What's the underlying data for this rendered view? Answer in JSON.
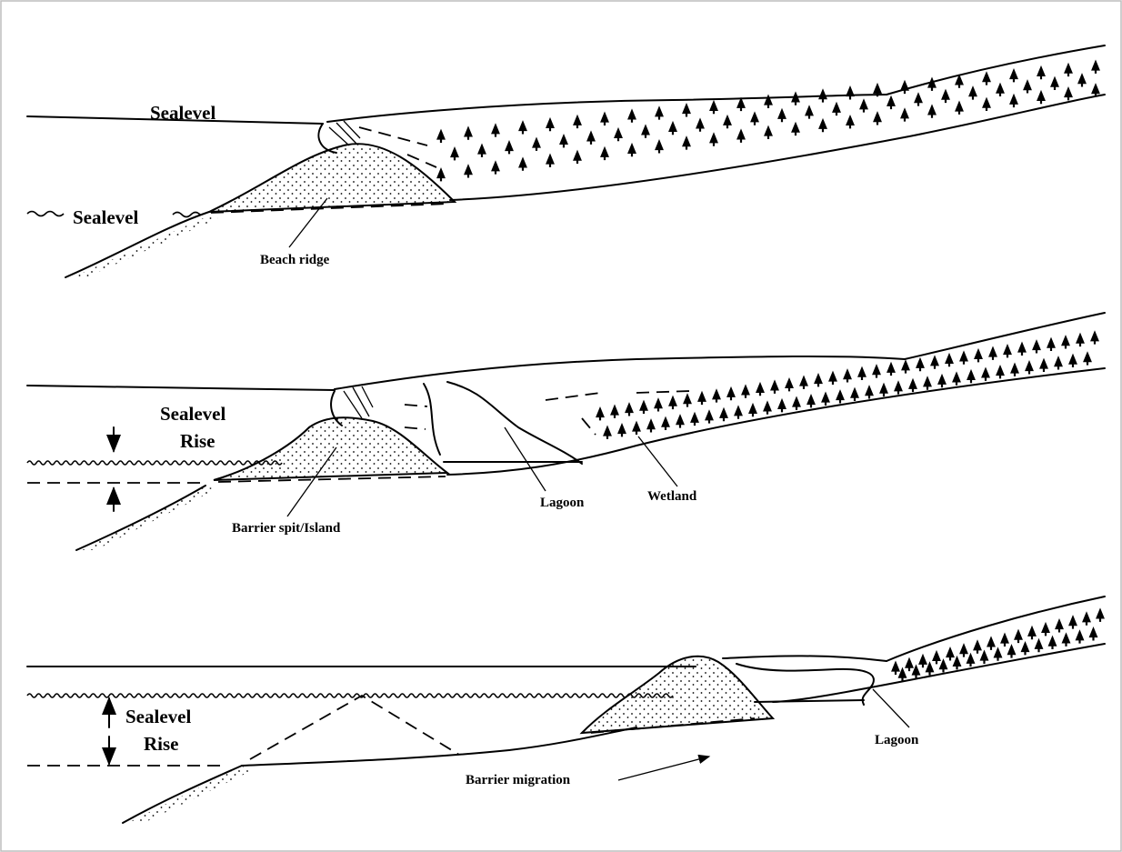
{
  "panels": [
    {
      "labels": {
        "sealevel_upper": "Sealevel",
        "sealevel_lower": "Sealevel",
        "feature": "Beach ridge"
      }
    },
    {
      "labels": {
        "sealevel_rise_line1": "Sealevel",
        "sealevel_rise_line2": "Rise",
        "feature": "Barrier spit/Island",
        "lagoon": "Lagoon",
        "wetland": "Wetland"
      }
    },
    {
      "labels": {
        "sealevel_rise_line1": "Sealevel",
        "sealevel_rise_line2": "Rise",
        "lagoon": "Lagoon",
        "migration": "Barrier migration"
      }
    }
  ]
}
